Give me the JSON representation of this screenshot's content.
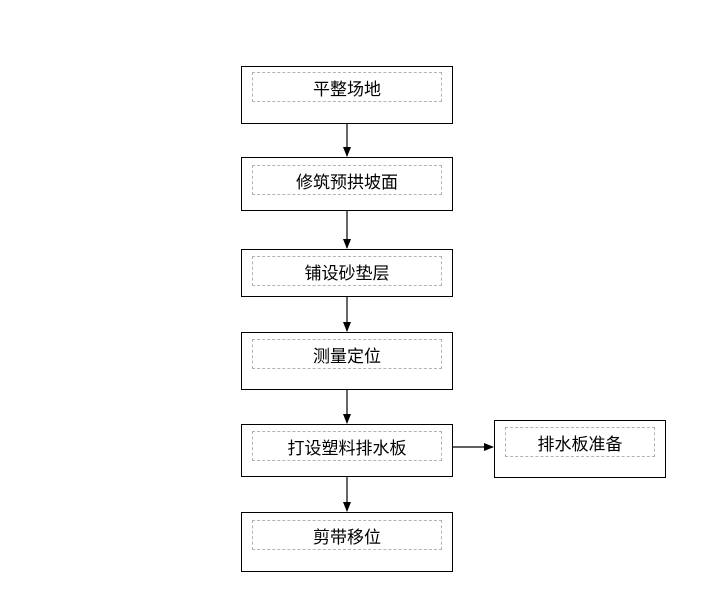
{
  "diagram": {
    "type": "flowchart",
    "steps": [
      {
        "id": "s1",
        "label": "平整场地"
      },
      {
        "id": "s2",
        "label": "修筑预拱坡面"
      },
      {
        "id": "s3",
        "label": "铺设砂垫层"
      },
      {
        "id": "s4",
        "label": "测量定位"
      },
      {
        "id": "s5",
        "label": "打设塑料排水板"
      },
      {
        "id": "s6",
        "label": "剪带移位"
      }
    ],
    "side_steps": [
      {
        "id": "p1",
        "label": "排水板准备"
      }
    ],
    "edges": [
      {
        "from": "s1",
        "to": "s2"
      },
      {
        "from": "s2",
        "to": "s3"
      },
      {
        "from": "s3",
        "to": "s4"
      },
      {
        "from": "s4",
        "to": "s5"
      },
      {
        "from": "s5",
        "to": "s6"
      },
      {
        "from": "s5",
        "to": "p1"
      }
    ],
    "colors": {
      "box_border": "#000000",
      "inner_dashed_border": "#b3b3b3",
      "arrow": "#000000",
      "text": "#000000"
    }
  }
}
